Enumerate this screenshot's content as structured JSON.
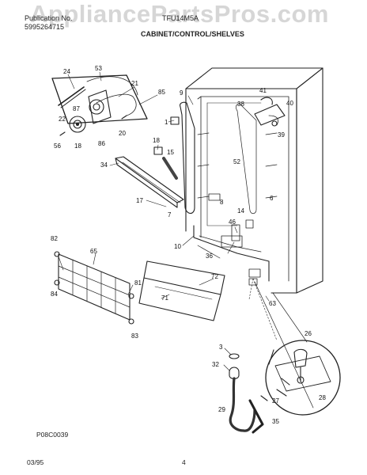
{
  "header": {
    "pub_label": "Publication No.",
    "pub_number": "5995264715",
    "model": "TFU14M5A",
    "section": "CABINET/CONTROL/SHELVES"
  },
  "watermark": "AppliancePartsPros.com",
  "part_labels": [
    "24",
    "53",
    "21",
    "85",
    "87",
    "22",
    "56",
    "18",
    "20",
    "86",
    "9",
    "1",
    "18",
    "15",
    "34",
    "17",
    "7",
    "8",
    "6",
    "52",
    "38",
    "41",
    "40",
    "39",
    "14",
    "46",
    "10",
    "36",
    "82",
    "65",
    "84",
    "81",
    "83",
    "72",
    "71",
    "63",
    "3",
    "32",
    "29",
    "26",
    "28",
    "27",
    "35"
  ],
  "footer": {
    "diagram_code": "P08C0039",
    "date": "03/95",
    "page": "4"
  }
}
